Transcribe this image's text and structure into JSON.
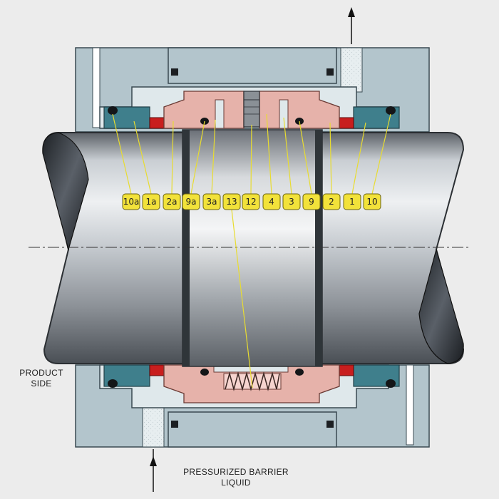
{
  "colors": {
    "background": "#ececec",
    "housing": "#b3c5cc",
    "housing_edge": "#3a4a52",
    "seal_ring": "#3f7f8c",
    "rotor": "#e6b2aa",
    "spring": "#eaa8a0",
    "gland": "#dfe8eb",
    "label_fill": "#f2e23a",
    "leader": "#e8dc30",
    "accent_red": "#c81e1e"
  },
  "labels": [
    "10a",
    "1a",
    "2a",
    "9a",
    "3a",
    "13",
    "12",
    "4",
    "3",
    "9",
    "2",
    "1",
    "10"
  ],
  "captions": {
    "product_side": [
      "PRODUCT",
      "SIDE"
    ],
    "barrier": [
      "PRESSURIZED BARRIER",
      "LIQUID"
    ]
  },
  "icons": {
    "inlet": "arrow-up-icon",
    "outlet": "arrow-up-icon"
  }
}
